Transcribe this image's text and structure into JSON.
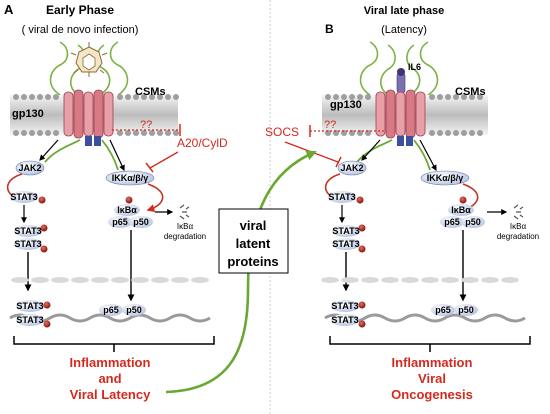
{
  "panel_a": {
    "letter": "A",
    "title": "Early Phase",
    "subtitle": "( viral de novo infection)",
    "label_gp130": "gp130",
    "label_csms": "CSMs",
    "question": "??",
    "inhibitor": "A20/CylD",
    "jak": "JAK2",
    "ikk": "IKKα/β/γ",
    "stat": "STAT3",
    "ikba": "IκBα",
    "p65": "p65",
    "p50": "p50",
    "degradation_1": "IκBα",
    "degradation_2": "degradation",
    "outcome": [
      "Inflammation",
      "and",
      "Viral Latency"
    ]
  },
  "panel_b": {
    "letter": "B",
    "title": "Viral late phase",
    "subtitle": "(Latency)",
    "label_il6": "IL6",
    "label_gp130": "gp130",
    "label_csms": "CSMs",
    "question": "??",
    "inhibitor": "SOCS",
    "jak": "JAK2",
    "ikk": "IKKα/β/γ",
    "stat": "STAT3",
    "ikba": "IκBα",
    "p65": "p65",
    "p50": "p50",
    "degradation_1": "IκBα",
    "degradation_2": "degradation",
    "outcome": [
      "Inflammation",
      "Viral",
      "Oncogenesis"
    ]
  },
  "center_box": [
    "viral",
    "latent",
    "proteins"
  ],
  "colors": {
    "red_text": "#d42a1e",
    "green_arrow": "#6aa832",
    "receptor_green": "#7cb342",
    "membrane_pink": "#e8a0a8",
    "jak_blue": "#b8c8e4",
    "dna_gray": "#9a9a9a"
  }
}
